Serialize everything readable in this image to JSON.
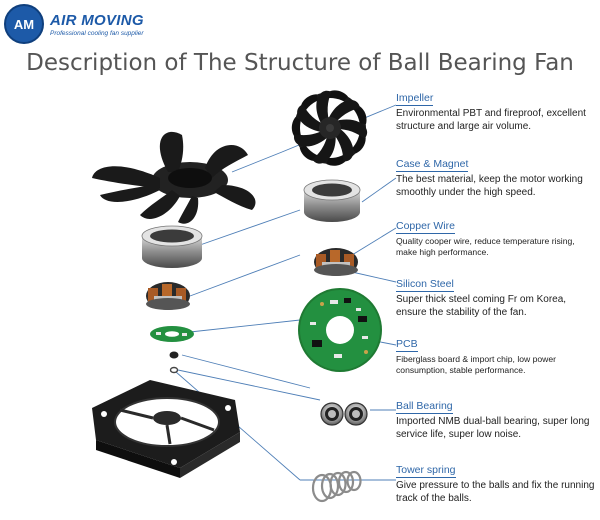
{
  "logo": {
    "badge": "AM",
    "name": "AIR MOVING",
    "tagline": "Professional cooling fan supplier"
  },
  "title": "Description of The Structure of Ball Bearing Fan",
  "parts": [
    {
      "name": "Impeller",
      "text": "Environmental PBT and fireproof, excellent structure and large air volume."
    },
    {
      "name": "Case & Magnet",
      "text": "The best material, keep the motor working smoothly under the high speed."
    },
    {
      "name": "Copper Wire",
      "text": "Quality cooper wire, reduce temperature rising, make high performance."
    },
    {
      "name": "Silicon Steel",
      "text": "Super thick steel coming Fr om Korea, ensure the stability of the fan."
    },
    {
      "name": "PCB",
      "text": "Fiberglass board & import chip, low power consumption, stable performance."
    },
    {
      "name": "Ball Bearing",
      "text": "Imported NMB dual-ball bearing, super long service life, super low noise."
    },
    {
      "name": "Tower spring",
      "text": "Give pressure to the balls and fix the running track of the balls."
    }
  ]
}
